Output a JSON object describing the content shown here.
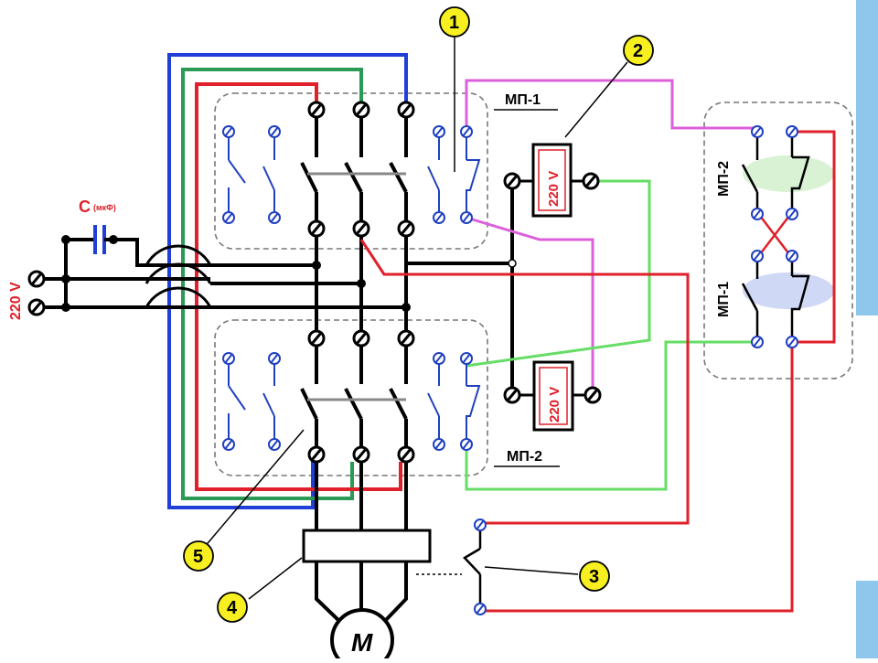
{
  "labels": {
    "supply": "220 V",
    "capacitor": "C",
    "capacitor_unit": "(мкФ)",
    "contactor_1": "МП-1",
    "contactor_2": "МП-2",
    "relay_coil_1": "220 V",
    "relay_coil_2": "220 V",
    "interlock_top": "МП-2",
    "interlock_bottom": "МП-1",
    "motor": "М"
  },
  "callouts": [
    "1",
    "2",
    "3",
    "4",
    "5"
  ],
  "colors": {
    "blue_wire": "#1f3fd8",
    "green_wire": "#2a9a55",
    "red_wire": "#e0202a",
    "magenta_wire": "#dc60dc",
    "light_green_wire": "#66dd66",
    "contact_blue": "#2040c0",
    "callout_fill": "#f7ef1f",
    "sidebar": "#8ec6ec"
  }
}
